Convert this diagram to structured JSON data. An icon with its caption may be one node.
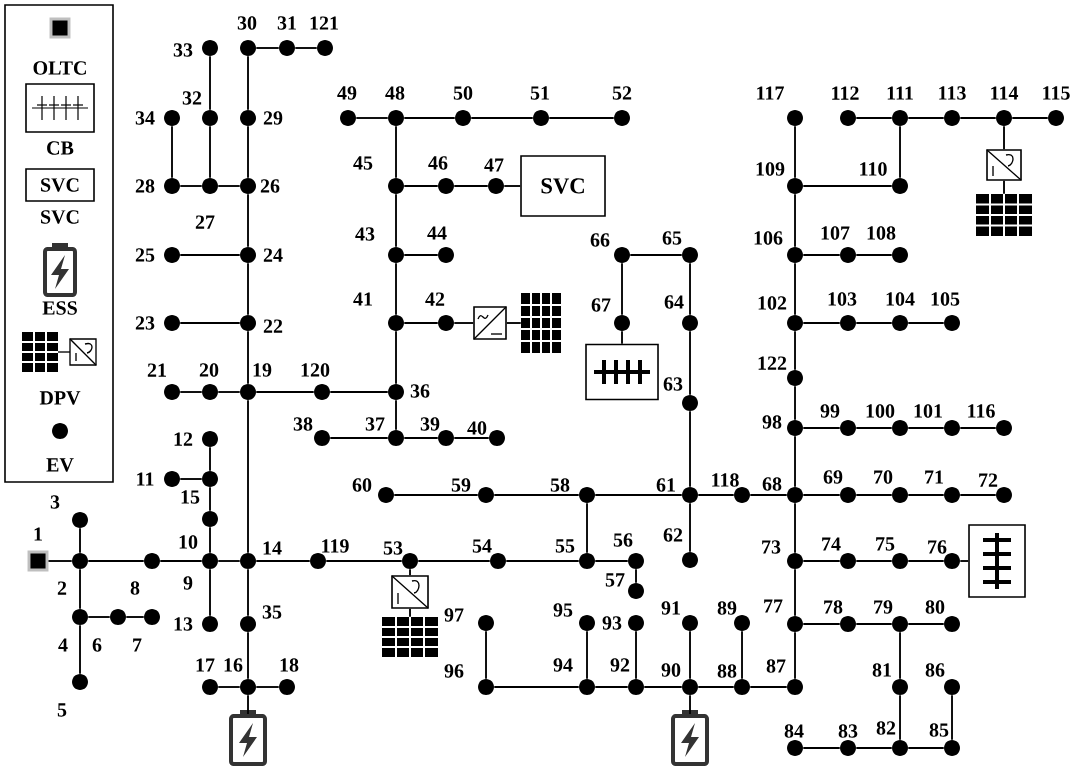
{
  "diagram": {
    "nodes": [
      {
        "text": [],
        "shape": "square",
        "beside": [
          "1"
        ]
      },
      {
        "text": [],
        "shape": "circle",
        "beside": [
          "2"
        ]
      },
      {
        "text": [],
        "shape": "circle",
        "beside": [
          "3"
        ]
      },
      {
        "text": [],
        "shape": "circle",
        "beside": [
          "4"
        ]
      },
      {
        "text": [],
        "shape": "circle",
        "beside": [
          "5"
        ]
      },
      {
        "text": [],
        "shape": "circle",
        "beside": [
          "6"
        ]
      },
      {
        "text": [],
        "shape": "circle",
        "beside": [
          "7"
        ]
      },
      {
        "text": [],
        "shape": "circle",
        "beside": [
          "8"
        ]
      },
      {
        "text": [],
        "shape": "circle",
        "beside": [
          "9"
        ]
      },
      {
        "text": [],
        "shape": "circle",
        "beside": [
          "10"
        ]
      },
      {
        "text": [],
        "shape": "circle",
        "beside": [
          "11"
        ]
      },
      {
        "text": [],
        "shape": "circle",
        "beside": [
          "12"
        ]
      },
      {
        "text": [],
        "shape": "circle",
        "beside": [
          "13"
        ]
      },
      {
        "text": [],
        "shape": "circle",
        "beside": [
          "14"
        ]
      },
      {
        "text": [],
        "shape": "circle",
        "beside": [
          "15"
        ]
      },
      {
        "text": [],
        "shape": "circle",
        "beside": [
          "16"
        ]
      },
      {
        "text": [],
        "shape": "circle",
        "beside": [
          "17"
        ]
      },
      {
        "text": [],
        "shape": "circle",
        "beside": [
          "18"
        ]
      },
      {
        "text": [],
        "shape": "circle",
        "beside": [
          "19"
        ]
      },
      {
        "text": [],
        "shape": "circle",
        "beside": [
          "20"
        ]
      },
      {
        "text": [],
        "shape": "circle",
        "beside": [
          "21"
        ]
      },
      {
        "text": [],
        "shape": "circle",
        "beside": [
          "22"
        ]
      },
      {
        "text": [],
        "shape": "circle",
        "beside": [
          "23"
        ]
      },
      {
        "text": [],
        "shape": "circle",
        "beside": [
          "24"
        ]
      },
      {
        "text": [],
        "shape": "circle",
        "beside": [
          "25"
        ]
      },
      {
        "text": [],
        "shape": "circle",
        "beside": [
          "26"
        ]
      },
      {
        "text": [],
        "shape": "circle",
        "beside": [
          "27"
        ]
      },
      {
        "text": [],
        "shape": "circle",
        "beside": [
          "28"
        ]
      },
      {
        "text": [],
        "shape": "circle",
        "beside": [
          "29"
        ]
      },
      {
        "text": [],
        "shape": "circle",
        "beside": [
          "30"
        ]
      },
      {
        "text": [],
        "shape": "circle",
        "beside": [
          "31"
        ]
      },
      {
        "text": [],
        "shape": "circle",
        "beside": [
          "32"
        ]
      },
      {
        "text": [],
        "shape": "circle",
        "beside": [
          "33"
        ]
      },
      {
        "text": [],
        "shape": "circle",
        "beside": [
          "34"
        ]
      },
      {
        "text": [],
        "shape": "circle",
        "beside": [
          "35"
        ]
      },
      {
        "text": [],
        "shape": "circle",
        "beside": [
          "36"
        ]
      },
      {
        "text": [],
        "shape": "circle",
        "beside": [
          "37"
        ]
      },
      {
        "text": [],
        "shape": "circle",
        "beside": [
          "38"
        ]
      },
      {
        "text": [],
        "shape": "circle",
        "beside": [
          "39"
        ]
      },
      {
        "text": [],
        "shape": "circle",
        "beside": [
          "40"
        ]
      },
      {
        "text": [],
        "shape": "circle",
        "beside": [
          "41"
        ]
      },
      {
        "text": [],
        "shape": "circle",
        "beside": [
          "42"
        ]
      },
      {
        "text": [],
        "shape": "circle",
        "beside": [
          "43"
        ]
      },
      {
        "text": [],
        "shape": "circle",
        "beside": [
          "44"
        ]
      },
      {
        "text": [],
        "shape": "circle",
        "beside": [
          "45"
        ]
      },
      {
        "text": [],
        "shape": "circle",
        "beside": [
          "46"
        ]
      },
      {
        "text": [],
        "shape": "circle",
        "beside": [
          "47"
        ]
      },
      {
        "text": [],
        "shape": "circle",
        "beside": [
          "48"
        ]
      },
      {
        "text": [],
        "shape": "circle",
        "beside": [
          "49"
        ]
      },
      {
        "text": [],
        "shape": "circle",
        "beside": [
          "50"
        ]
      },
      {
        "text": [],
        "shape": "circle",
        "beside": [
          "51"
        ]
      },
      {
        "text": [],
        "shape": "circle",
        "beside": [
          "52"
        ]
      },
      {
        "text": [],
        "shape": "circle",
        "beside": [
          "53"
        ]
      },
      {
        "text": [],
        "shape": "circle",
        "beside": [
          "54"
        ]
      },
      {
        "text": [],
        "shape": "circle",
        "beside": [
          "55"
        ]
      },
      {
        "text": [],
        "shape": "circle",
        "beside": [
          "56"
        ]
      },
      {
        "text": [],
        "shape": "circle",
        "beside": [
          "57"
        ]
      },
      {
        "text": [],
        "shape": "circle",
        "beside": [
          "58"
        ]
      },
      {
        "text": [],
        "shape": "circle",
        "beside": [
          "59"
        ]
      },
      {
        "text": [],
        "shape": "circle",
        "beside": [
          "60"
        ]
      },
      {
        "text": [],
        "shape": "circle",
        "beside": [
          "61"
        ]
      },
      {
        "text": [],
        "shape": "circle",
        "beside": [
          "62"
        ]
      },
      {
        "text": [],
        "shape": "circle",
        "beside": [
          "63"
        ]
      },
      {
        "text": [],
        "shape": "circle",
        "beside": [
          "64"
        ]
      },
      {
        "text": [],
        "shape": "circle",
        "beside": [
          "65"
        ]
      },
      {
        "text": [],
        "shape": "circle",
        "beside": [
          "66"
        ]
      },
      {
        "text": [],
        "shape": "circle",
        "beside": [
          "67"
        ]
      },
      {
        "text": [],
        "shape": "circle",
        "beside": [
          "68"
        ]
      },
      {
        "text": [],
        "shape": "circle",
        "beside": [
          "69"
        ]
      },
      {
        "text": [],
        "shape": "circle",
        "beside": [
          "70"
        ]
      },
      {
        "text": [],
        "shape": "circle",
        "beside": [
          "71"
        ]
      },
      {
        "text": [],
        "shape": "circle",
        "beside": [
          "72"
        ]
      },
      {
        "text": [],
        "shape": "circle",
        "beside": [
          "73"
        ]
      },
      {
        "text": [],
        "shape": "circle",
        "beside": [
          "74"
        ]
      },
      {
        "text": [],
        "shape": "circle",
        "beside": [
          "75"
        ]
      },
      {
        "text": [],
        "shape": "circle",
        "beside": [
          "76"
        ]
      },
      {
        "text": [],
        "shape": "circle",
        "beside": [
          "77"
        ]
      },
      {
        "text": [],
        "shape": "circle",
        "beside": [
          "78"
        ]
      },
      {
        "text": [],
        "shape": "circle",
        "beside": [
          "79"
        ]
      },
      {
        "text": [],
        "shape": "circle",
        "beside": [
          "80"
        ]
      },
      {
        "text": [],
        "shape": "circle",
        "beside": [
          "81"
        ]
      },
      {
        "text": [],
        "shape": "circle",
        "beside": [
          "82"
        ]
      },
      {
        "text": [],
        "shape": "circle",
        "beside": [
          "83"
        ]
      },
      {
        "text": [],
        "shape": "circle",
        "beside": [
          "84"
        ]
      },
      {
        "text": [],
        "shape": "circle",
        "beside": [
          "85"
        ]
      },
      {
        "text": [],
        "shape": "circle",
        "beside": [
          "86"
        ]
      },
      {
        "text": [],
        "shape": "circle",
        "beside": [
          "87"
        ]
      },
      {
        "text": [],
        "shape": "circle",
        "beside": [
          "88"
        ]
      },
      {
        "text": [],
        "shape": "circle",
        "beside": [
          "89"
        ]
      },
      {
        "text": [],
        "shape": "circle",
        "beside": [
          "90"
        ]
      },
      {
        "text": [],
        "shape": "circle",
        "beside": [
          "91"
        ]
      },
      {
        "text": [],
        "shape": "circle",
        "beside": [
          "92"
        ]
      },
      {
        "text": [],
        "shape": "circle",
        "beside": [
          "93"
        ]
      },
      {
        "text": [],
        "shape": "circle",
        "beside": [
          "94"
        ]
      },
      {
        "text": [],
        "shape": "circle",
        "beside": [
          "95"
        ]
      },
      {
        "text": [],
        "shape": "circle",
        "beside": [
          "96"
        ]
      },
      {
        "text": [],
        "shape": "circle",
        "beside": [
          "97"
        ]
      },
      {
        "text": [],
        "shape": "circle",
        "beside": [
          "98"
        ]
      },
      {
        "text": [],
        "shape": "circle",
        "beside": [
          "99"
        ]
      },
      {
        "text": [],
        "shape": "circle",
        "beside": [
          "100"
        ]
      },
      {
        "text": [],
        "shape": "circle",
        "beside": [
          "101"
        ]
      },
      {
        "text": [],
        "shape": "circle",
        "beside": [
          "102"
        ]
      },
      {
        "text": [],
        "shape": "circle",
        "beside": [
          "103"
        ]
      },
      {
        "text": [],
        "shape": "circle",
        "beside": [
          "104"
        ]
      },
      {
        "text": [],
        "shape": "circle",
        "beside": [
          "105"
        ]
      },
      {
        "text": [],
        "shape": "circle",
        "beside": [
          "106"
        ]
      },
      {
        "text": [],
        "shape": "circle",
        "beside": [
          "107"
        ]
      },
      {
        "text": [],
        "shape": "circle",
        "beside": [
          "108"
        ]
      },
      {
        "text": [],
        "shape": "circle",
        "beside": [
          "109"
        ]
      },
      {
        "text": [],
        "shape": "circle",
        "beside": [
          "110"
        ]
      },
      {
        "text": [],
        "shape": "circle",
        "beside": [
          "111"
        ]
      },
      {
        "text": [],
        "shape": "circle",
        "beside": [
          "112"
        ]
      },
      {
        "text": [],
        "shape": "circle",
        "beside": [
          "113"
        ]
      },
      {
        "text": [],
        "shape": "circle",
        "beside": [
          "114"
        ]
      },
      {
        "text": [],
        "shape": "circle",
        "beside": [
          "115"
        ]
      },
      {
        "text": [],
        "shape": "circle",
        "beside": [
          "116"
        ]
      },
      {
        "text": [],
        "shape": "circle",
        "beside": [
          "117"
        ]
      },
      {
        "text": [],
        "shape": "circle",
        "beside": [
          "118"
        ]
      },
      {
        "text": [],
        "shape": "circle",
        "beside": [
          "119"
        ]
      },
      {
        "text": [],
        "shape": "circle",
        "beside": [
          "120"
        ]
      },
      {
        "text": [],
        "shape": "circle",
        "beside": [
          "121"
        ]
      },
      {
        "text": [],
        "shape": "circle",
        "beside": [
          "122"
        ]
      },
      {
        "text": [
          "SVC"
        ]
      },
      {
        "text": [],
        "shape": "box"
      },
      {
        "text": [],
        "shape": "box"
      },
      {
        "text": [],
        "shape": "box"
      },
      {
        "text": [],
        "shape": "panel"
      },
      {
        "text": [],
        "shape": "box"
      },
      {
        "text": [],
        "shape": "panel"
      },
      {
        "text": [],
        "shape": "box"
      },
      {
        "text": [],
        "shape": "panel"
      },
      {
        "text": [],
        "shape": "battery"
      },
      {
        "text": [],
        "shape": "battery"
      }
    ],
    "edges": [
      {
        "from": 0,
        "to": 1,
        "arrow": "none"
      },
      {
        "from": 1,
        "to": 2,
        "arrow": "none"
      },
      {
        "from": 1,
        "to": 3,
        "arrow": "none"
      },
      {
        "from": 3,
        "to": 4,
        "arrow": "none"
      },
      {
        "from": 3,
        "to": 5,
        "arrow": "none"
      },
      {
        "from": 5,
        "to": 6,
        "arrow": "none"
      },
      {
        "from": 1,
        "to": 7,
        "arrow": "none"
      },
      {
        "from": 7,
        "to": 8,
        "arrow": "none"
      },
      {
        "from": 8,
        "to": 9,
        "arrow": "none"
      },
      {
        "from": 9,
        "to": 14,
        "arrow": "none"
      },
      {
        "from": 14,
        "to": 10,
        "arrow": "none"
      },
      {
        "from": 14,
        "to": 11,
        "arrow": "none"
      },
      {
        "from": 8,
        "to": 12,
        "arrow": "none"
      },
      {
        "from": 8,
        "to": 13,
        "arrow": "none"
      },
      {
        "from": 13,
        "to": 34,
        "arrow": "none"
      },
      {
        "from": 34,
        "to": 15,
        "arrow": "none"
      },
      {
        "from": 15,
        "to": 16,
        "arrow": "none"
      },
      {
        "from": 15,
        "to": 17,
        "arrow": "none"
      },
      {
        "from": 15,
        "to": 131,
        "arrow": "none"
      },
      {
        "from": 13,
        "to": 18,
        "arrow": "none"
      },
      {
        "from": 18,
        "to": 19,
        "arrow": "none"
      },
      {
        "from": 19,
        "to": 20,
        "arrow": "none"
      },
      {
        "from": 18,
        "to": 21,
        "arrow": "none"
      },
      {
        "from": 21,
        "to": 22,
        "arrow": "none"
      },
      {
        "from": 21,
        "to": 23,
        "arrow": "none"
      },
      {
        "from": 23,
        "to": 24,
        "arrow": "none"
      },
      {
        "from": 23,
        "to": 25,
        "arrow": "none"
      },
      {
        "from": 25,
        "to": 26,
        "arrow": "none"
      },
      {
        "from": 26,
        "to": 27,
        "arrow": "none"
      },
      {
        "from": 27,
        "to": 33,
        "arrow": "none"
      },
      {
        "from": 26,
        "to": 31,
        "arrow": "none"
      },
      {
        "from": 31,
        "to": 32,
        "arrow": "none"
      },
      {
        "from": 25,
        "to": 28,
        "arrow": "none"
      },
      {
        "from": 28,
        "to": 29,
        "arrow": "none"
      },
      {
        "from": 29,
        "to": 30,
        "arrow": "none"
      },
      {
        "from": 30,
        "to": 120,
        "arrow": "none"
      },
      {
        "from": 18,
        "to": 119,
        "arrow": "none"
      },
      {
        "from": 119,
        "to": 35,
        "arrow": "none"
      },
      {
        "from": 35,
        "to": 36,
        "arrow": "none"
      },
      {
        "from": 36,
        "to": 37,
        "arrow": "none"
      },
      {
        "from": 36,
        "to": 38,
        "arrow": "none"
      },
      {
        "from": 38,
        "to": 39,
        "arrow": "none"
      },
      {
        "from": 35,
        "to": 40,
        "arrow": "none"
      },
      {
        "from": 40,
        "to": 41,
        "arrow": "none"
      },
      {
        "from": 41,
        "to": 125,
        "arrow": "none"
      },
      {
        "from": 125,
        "to": 126,
        "arrow": "none"
      },
      {
        "from": 40,
        "to": 42,
        "arrow": "none"
      },
      {
        "from": 42,
        "to": 43,
        "arrow": "none"
      },
      {
        "from": 42,
        "to": 44,
        "arrow": "none"
      },
      {
        "from": 44,
        "to": 45,
        "arrow": "none"
      },
      {
        "from": 45,
        "to": 46,
        "arrow": "none"
      },
      {
        "from": 46,
        "to": 122,
        "arrow": "none"
      },
      {
        "from": 44,
        "to": 47,
        "arrow": "none"
      },
      {
        "from": 47,
        "to": 48,
        "arrow": "none"
      },
      {
        "from": 47,
        "to": 49,
        "arrow": "none"
      },
      {
        "from": 49,
        "to": 50,
        "arrow": "none"
      },
      {
        "from": 50,
        "to": 51,
        "arrow": "none"
      },
      {
        "from": 13,
        "to": 118,
        "arrow": "none"
      },
      {
        "from": 118,
        "to": 52,
        "arrow": "none"
      },
      {
        "from": 52,
        "to": 127,
        "arrow": "none"
      },
      {
        "from": 127,
        "to": 128,
        "arrow": "none"
      },
      {
        "from": 52,
        "to": 53,
        "arrow": "none"
      },
      {
        "from": 53,
        "to": 54,
        "arrow": "none"
      },
      {
        "from": 54,
        "to": 55,
        "arrow": "none"
      },
      {
        "from": 55,
        "to": 56,
        "arrow": "none"
      },
      {
        "from": 54,
        "to": 57,
        "arrow": "none"
      },
      {
        "from": 57,
        "to": 58,
        "arrow": "none"
      },
      {
        "from": 58,
        "to": 59,
        "arrow": "none"
      },
      {
        "from": 57,
        "to": 60,
        "arrow": "none"
      },
      {
        "from": 60,
        "to": 61,
        "arrow": "none"
      },
      {
        "from": 60,
        "to": 62,
        "arrow": "none"
      },
      {
        "from": 62,
        "to": 63,
        "arrow": "none"
      },
      {
        "from": 63,
        "to": 64,
        "arrow": "none"
      },
      {
        "from": 64,
        "to": 65,
        "arrow": "none"
      },
      {
        "from": 65,
        "to": 66,
        "arrow": "none"
      },
      {
        "from": 66,
        "to": 123,
        "arrow": "none"
      },
      {
        "from": 60,
        "to": 117,
        "arrow": "none"
      },
      {
        "from": 117,
        "to": 67,
        "arrow": "none"
      },
      {
        "from": 67,
        "to": 97,
        "arrow": "none"
      },
      {
        "from": 97,
        "to": 121,
        "arrow": "none"
      },
      {
        "from": 121,
        "to": 101,
        "arrow": "none"
      },
      {
        "from": 101,
        "to": 105,
        "arrow": "none"
      },
      {
        "from": 105,
        "to": 108,
        "arrow": "none"
      },
      {
        "from": 108,
        "to": 116,
        "arrow": "none"
      },
      {
        "from": 108,
        "to": 109,
        "arrow": "none"
      },
      {
        "from": 109,
        "to": 110,
        "arrow": "none"
      },
      {
        "from": 110,
        "to": 111,
        "arrow": "none"
      },
      {
        "from": 110,
        "to": 112,
        "arrow": "none"
      },
      {
        "from": 112,
        "to": 113,
        "arrow": "none"
      },
      {
        "from": 113,
        "to": 114,
        "arrow": "none"
      },
      {
        "from": 113,
        "to": 129,
        "arrow": "none"
      },
      {
        "from": 129,
        "to": 130,
        "arrow": "none"
      },
      {
        "from": 105,
        "to": 106,
        "arrow": "none"
      },
      {
        "from": 106,
        "to": 107,
        "arrow": "none"
      },
      {
        "from": 101,
        "to": 102,
        "arrow": "none"
      },
      {
        "from": 102,
        "to": 103,
        "arrow": "none"
      },
      {
        "from": 103,
        "to": 104,
        "arrow": "none"
      },
      {
        "from": 97,
        "to": 98,
        "arrow": "none"
      },
      {
        "from": 98,
        "to": 99,
        "arrow": "none"
      },
      {
        "from": 99,
        "to": 100,
        "arrow": "none"
      },
      {
        "from": 100,
        "to": 115,
        "arrow": "none"
      },
      {
        "from": 67,
        "to": 68,
        "arrow": "none"
      },
      {
        "from": 68,
        "to": 69,
        "arrow": "none"
      },
      {
        "from": 69,
        "to": 70,
        "arrow": "none"
      },
      {
        "from": 70,
        "to": 71,
        "arrow": "none"
      },
      {
        "from": 67,
        "to": 72,
        "arrow": "none"
      },
      {
        "from": 72,
        "to": 73,
        "arrow": "none"
      },
      {
        "from": 73,
        "to": 74,
        "arrow": "none"
      },
      {
        "from": 74,
        "to": 75,
        "arrow": "none"
      },
      {
        "from": 75,
        "to": 124,
        "arrow": "none"
      },
      {
        "from": 72,
        "to": 76,
        "arrow": "none"
      },
      {
        "from": 76,
        "to": 77,
        "arrow": "none"
      },
      {
        "from": 77,
        "to": 78,
        "arrow": "none"
      },
      {
        "from": 78,
        "to": 79,
        "arrow": "none"
      },
      {
        "from": 78,
        "to": 80,
        "arrow": "none"
      },
      {
        "from": 80,
        "to": 81,
        "arrow": "none"
      },
      {
        "from": 81,
        "to": 82,
        "arrow": "none"
      },
      {
        "from": 82,
        "to": 83,
        "arrow": "none"
      },
      {
        "from": 81,
        "to": 84,
        "arrow": "none"
      },
      {
        "from": 84,
        "to": 85,
        "arrow": "none"
      },
      {
        "from": 76,
        "to": 86,
        "arrow": "none"
      },
      {
        "from": 86,
        "to": 87,
        "arrow": "none"
      },
      {
        "from": 87,
        "to": 88,
        "arrow": "none"
      },
      {
        "from": 87,
        "to": 89,
        "arrow": "none"
      },
      {
        "from": 89,
        "to": 90,
        "arrow": "none"
      },
      {
        "from": 89,
        "to": 132,
        "arrow": "none"
      },
      {
        "from": 89,
        "to": 91,
        "arrow": "none"
      },
      {
        "from": 91,
        "to": 92,
        "arrow": "none"
      },
      {
        "from": 91,
        "to": 93,
        "arrow": "none"
      },
      {
        "from": 93,
        "to": 94,
        "arrow": "none"
      },
      {
        "from": 93,
        "to": 95,
        "arrow": "none"
      },
      {
        "from": 95,
        "to": 96,
        "arrow": "none"
      }
    ],
    "labels": [
      "SVC"
    ],
    "legend": [
      {
        "text": "OLTC"
      },
      {
        "text": "CB"
      },
      {
        "text": "SVC"
      },
      {
        "text": "ESS"
      },
      {
        "text": "DPV"
      },
      {
        "text": "EV"
      }
    ]
  }
}
